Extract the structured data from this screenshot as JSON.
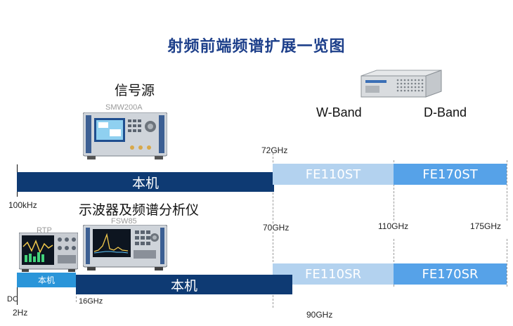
{
  "title": "射频前端频谱扩展一览图",
  "signal_source": {
    "heading": "信号源",
    "model": "SMW200A",
    "mainframe_label": "本机",
    "start_freq": "100kHz",
    "end_freq": "72GHz"
  },
  "bands": {
    "w_band": "W-Band",
    "d_band": "D-Band"
  },
  "upper_extensions": [
    {
      "label": "FE110ST"
    },
    {
      "label": "FE170ST"
    }
  ],
  "analyzer": {
    "heading": "示波器及频谱分析仪",
    "model_scope": "RTP",
    "model_spectrum": "FSW85",
    "scope_bar_label": "本机",
    "spectrum_bar_label": "本机",
    "dc_label": "DC",
    "start_freq": "2Hz",
    "scope_end_freq": "16GHz",
    "end_freq": "90GHz"
  },
  "frequency_markers": {
    "f70": "70GHz",
    "f110": "110GHz",
    "f175": "175GHz"
  },
  "lower_extensions": [
    {
      "label": "FE110SR"
    },
    {
      "label": "FE170SR"
    }
  ],
  "colors": {
    "title": "#1d3f8a",
    "mainframe": "#0e3a73",
    "extension_light": "#b3d2ef",
    "extension_mid": "#56a2e8",
    "scope": "#2a95d9"
  }
}
